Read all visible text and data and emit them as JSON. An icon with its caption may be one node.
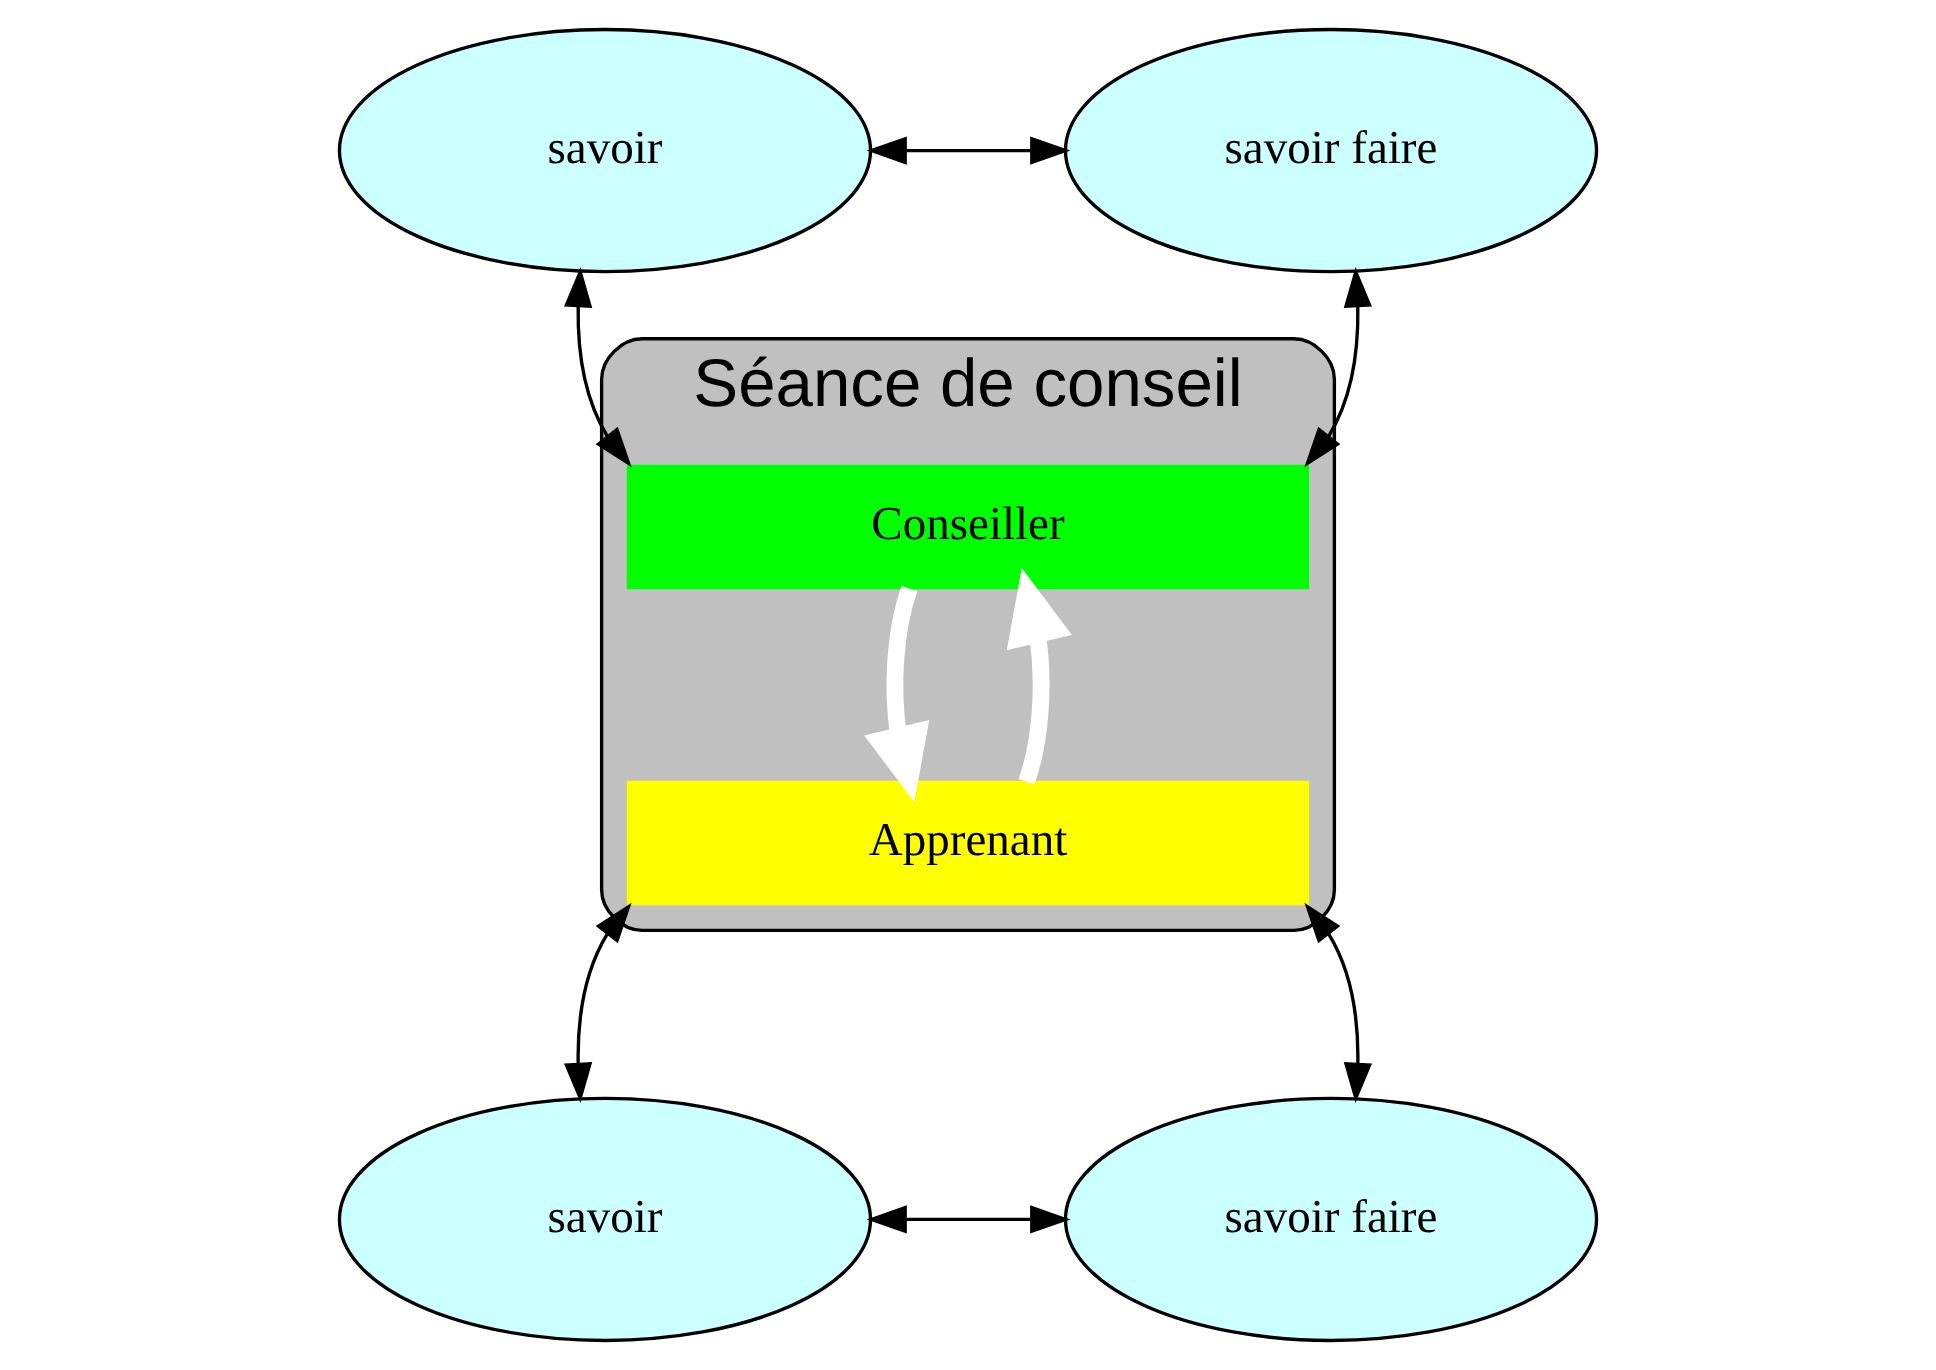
{
  "diagram": {
    "nodes": [
      {
        "text": [
          "savoir"
        ]
      },
      {
        "text": [
          "savoir faire"
        ]
      },
      {
        "text": [
          "Séance de conseil"
        ]
      },
      {
        "text": [
          "Conseiller"
        ],
        "in": 2
      },
      {
        "text": [
          "Apprenant"
        ],
        "in": 2
      },
      {
        "text": [
          "savoir"
        ]
      },
      {
        "text": [
          "savoir faire"
        ]
      }
    ],
    "edges": [
      {
        "from": 0,
        "to": 1,
        "arrow": "both"
      },
      {
        "from": 0,
        "to": 3,
        "arrow": "both"
      },
      {
        "from": 1,
        "to": 3,
        "arrow": "both"
      },
      {
        "from": 3,
        "to": 4,
        "arrow": "to",
        "style": "thick",
        "color": "#ffffff"
      },
      {
        "from": 4,
        "to": 3,
        "arrow": "to",
        "style": "thick",
        "color": "#ffffff"
      },
      {
        "from": 4,
        "to": 5,
        "arrow": "both"
      },
      {
        "from": 4,
        "to": 6,
        "arrow": "both"
      },
      {
        "from": 5,
        "to": 6,
        "arrow": "both"
      }
    ]
  }
}
